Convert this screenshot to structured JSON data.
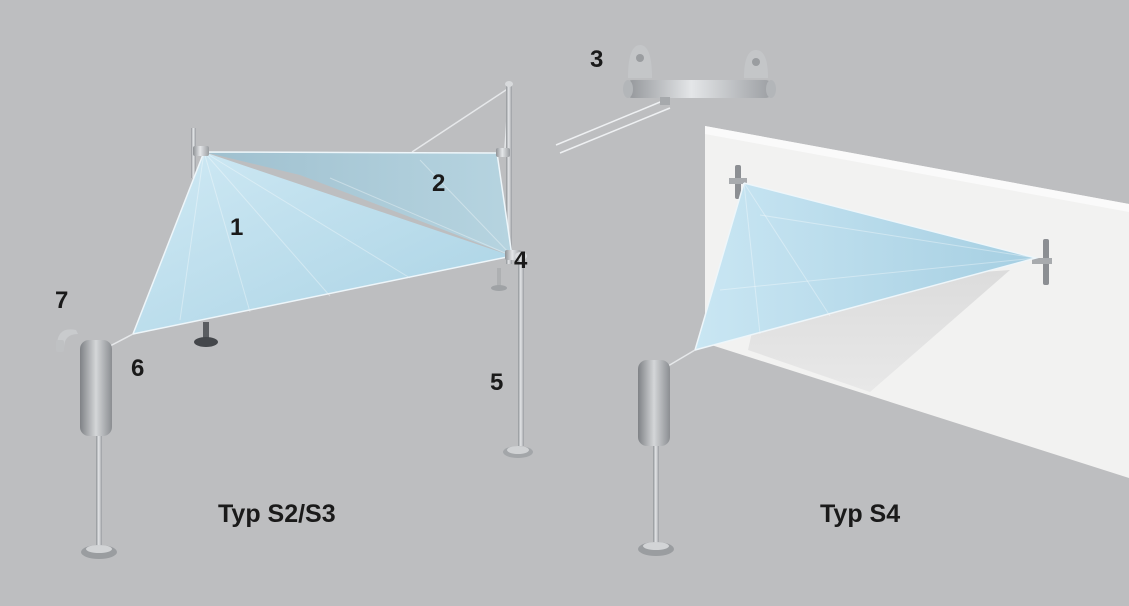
{
  "colors": {
    "background": "#bdbec0",
    "sail": "#bfe0ee",
    "sail_shade": "#a9c8d6",
    "wall": "#f3f3f2",
    "metal": "#c8cacc",
    "text": "#1a1a1a"
  },
  "callouts": {
    "c1": "1",
    "c2": "2",
    "c3": "3",
    "c4": "4",
    "c5": "5",
    "c6": "6",
    "c7": "7"
  },
  "captions": {
    "left": "Typ S2/S3",
    "right": "Typ S4"
  },
  "icons": [
    "sail-s2-s3-illustration",
    "sail-s4-illustration",
    "wall-bracket-detail"
  ]
}
